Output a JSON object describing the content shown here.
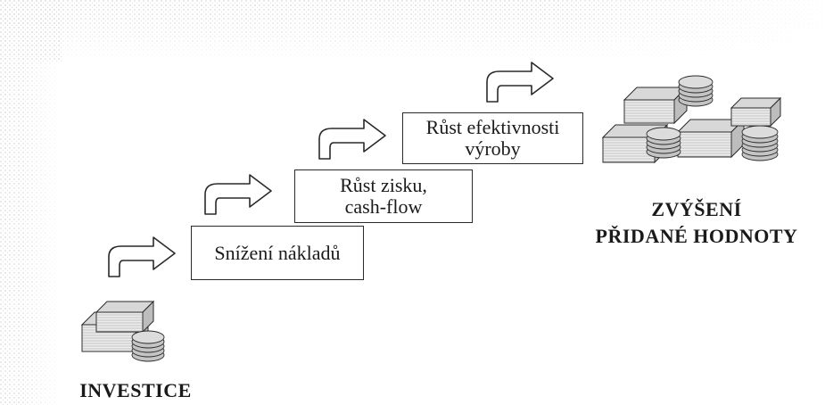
{
  "diagram": {
    "start_label": "INVESTICE",
    "steps": [
      {
        "lines": [
          "Snížení nákladů"
        ]
      },
      {
        "lines": [
          "Růst zisku,",
          "cash-flow"
        ]
      },
      {
        "lines": [
          "Růst efektivnosti",
          "výroby"
        ]
      }
    ],
    "result_label_lines": [
      "ZVÝŠENÍ",
      "PŘIDANÉ HODNOTY"
    ]
  },
  "colors": {
    "stroke": "#2a2a2a",
    "money_fill": "#d8d8d8",
    "coin_fill": "#c4c4c4",
    "texture": "#b5b5b5"
  },
  "icons": [
    "curved-arrow-icon",
    "money-stack-icon"
  ]
}
